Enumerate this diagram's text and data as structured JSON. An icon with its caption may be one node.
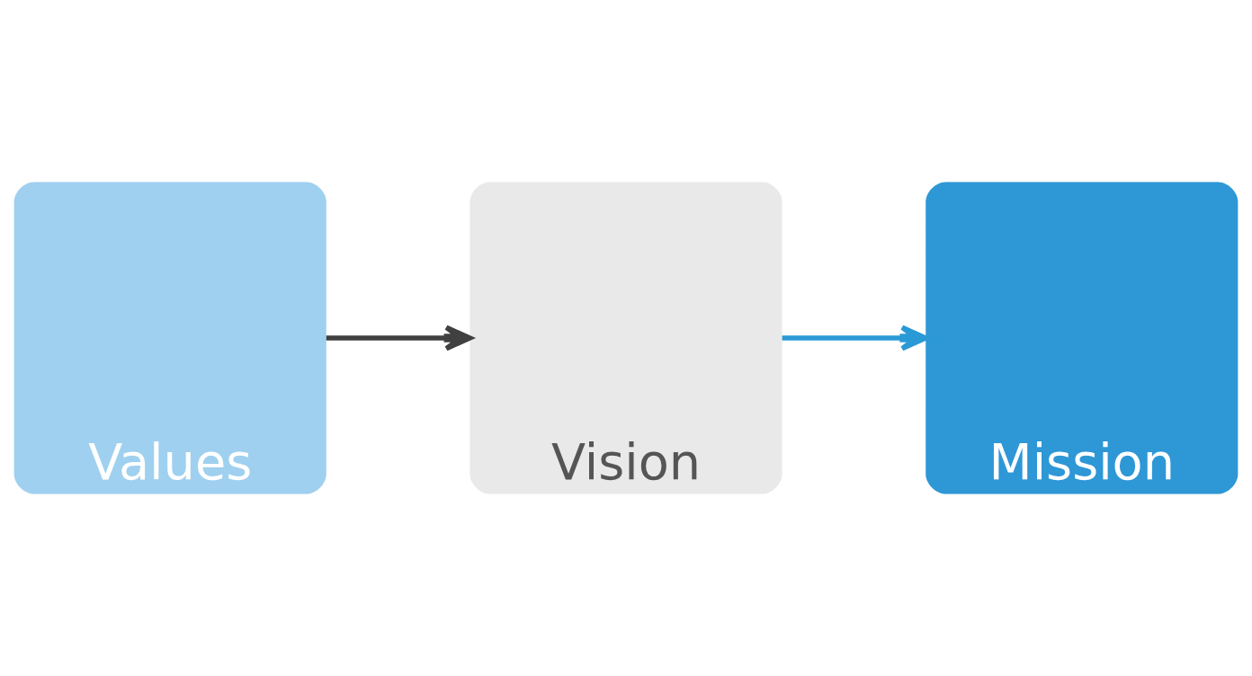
{
  "diagram": {
    "nodes": [
      {
        "text": [
          "Values"
        ]
      },
      {
        "text": [
          "Vision"
        ]
      },
      {
        "text": [
          "Mission"
        ]
      }
    ],
    "edges": [
      {
        "from": 0,
        "to": 1,
        "arrow": "to",
        "color": "#404040"
      },
      {
        "from": 1,
        "to": 2,
        "arrow": "to",
        "color": "#2a9ad6"
      }
    ]
  }
}
